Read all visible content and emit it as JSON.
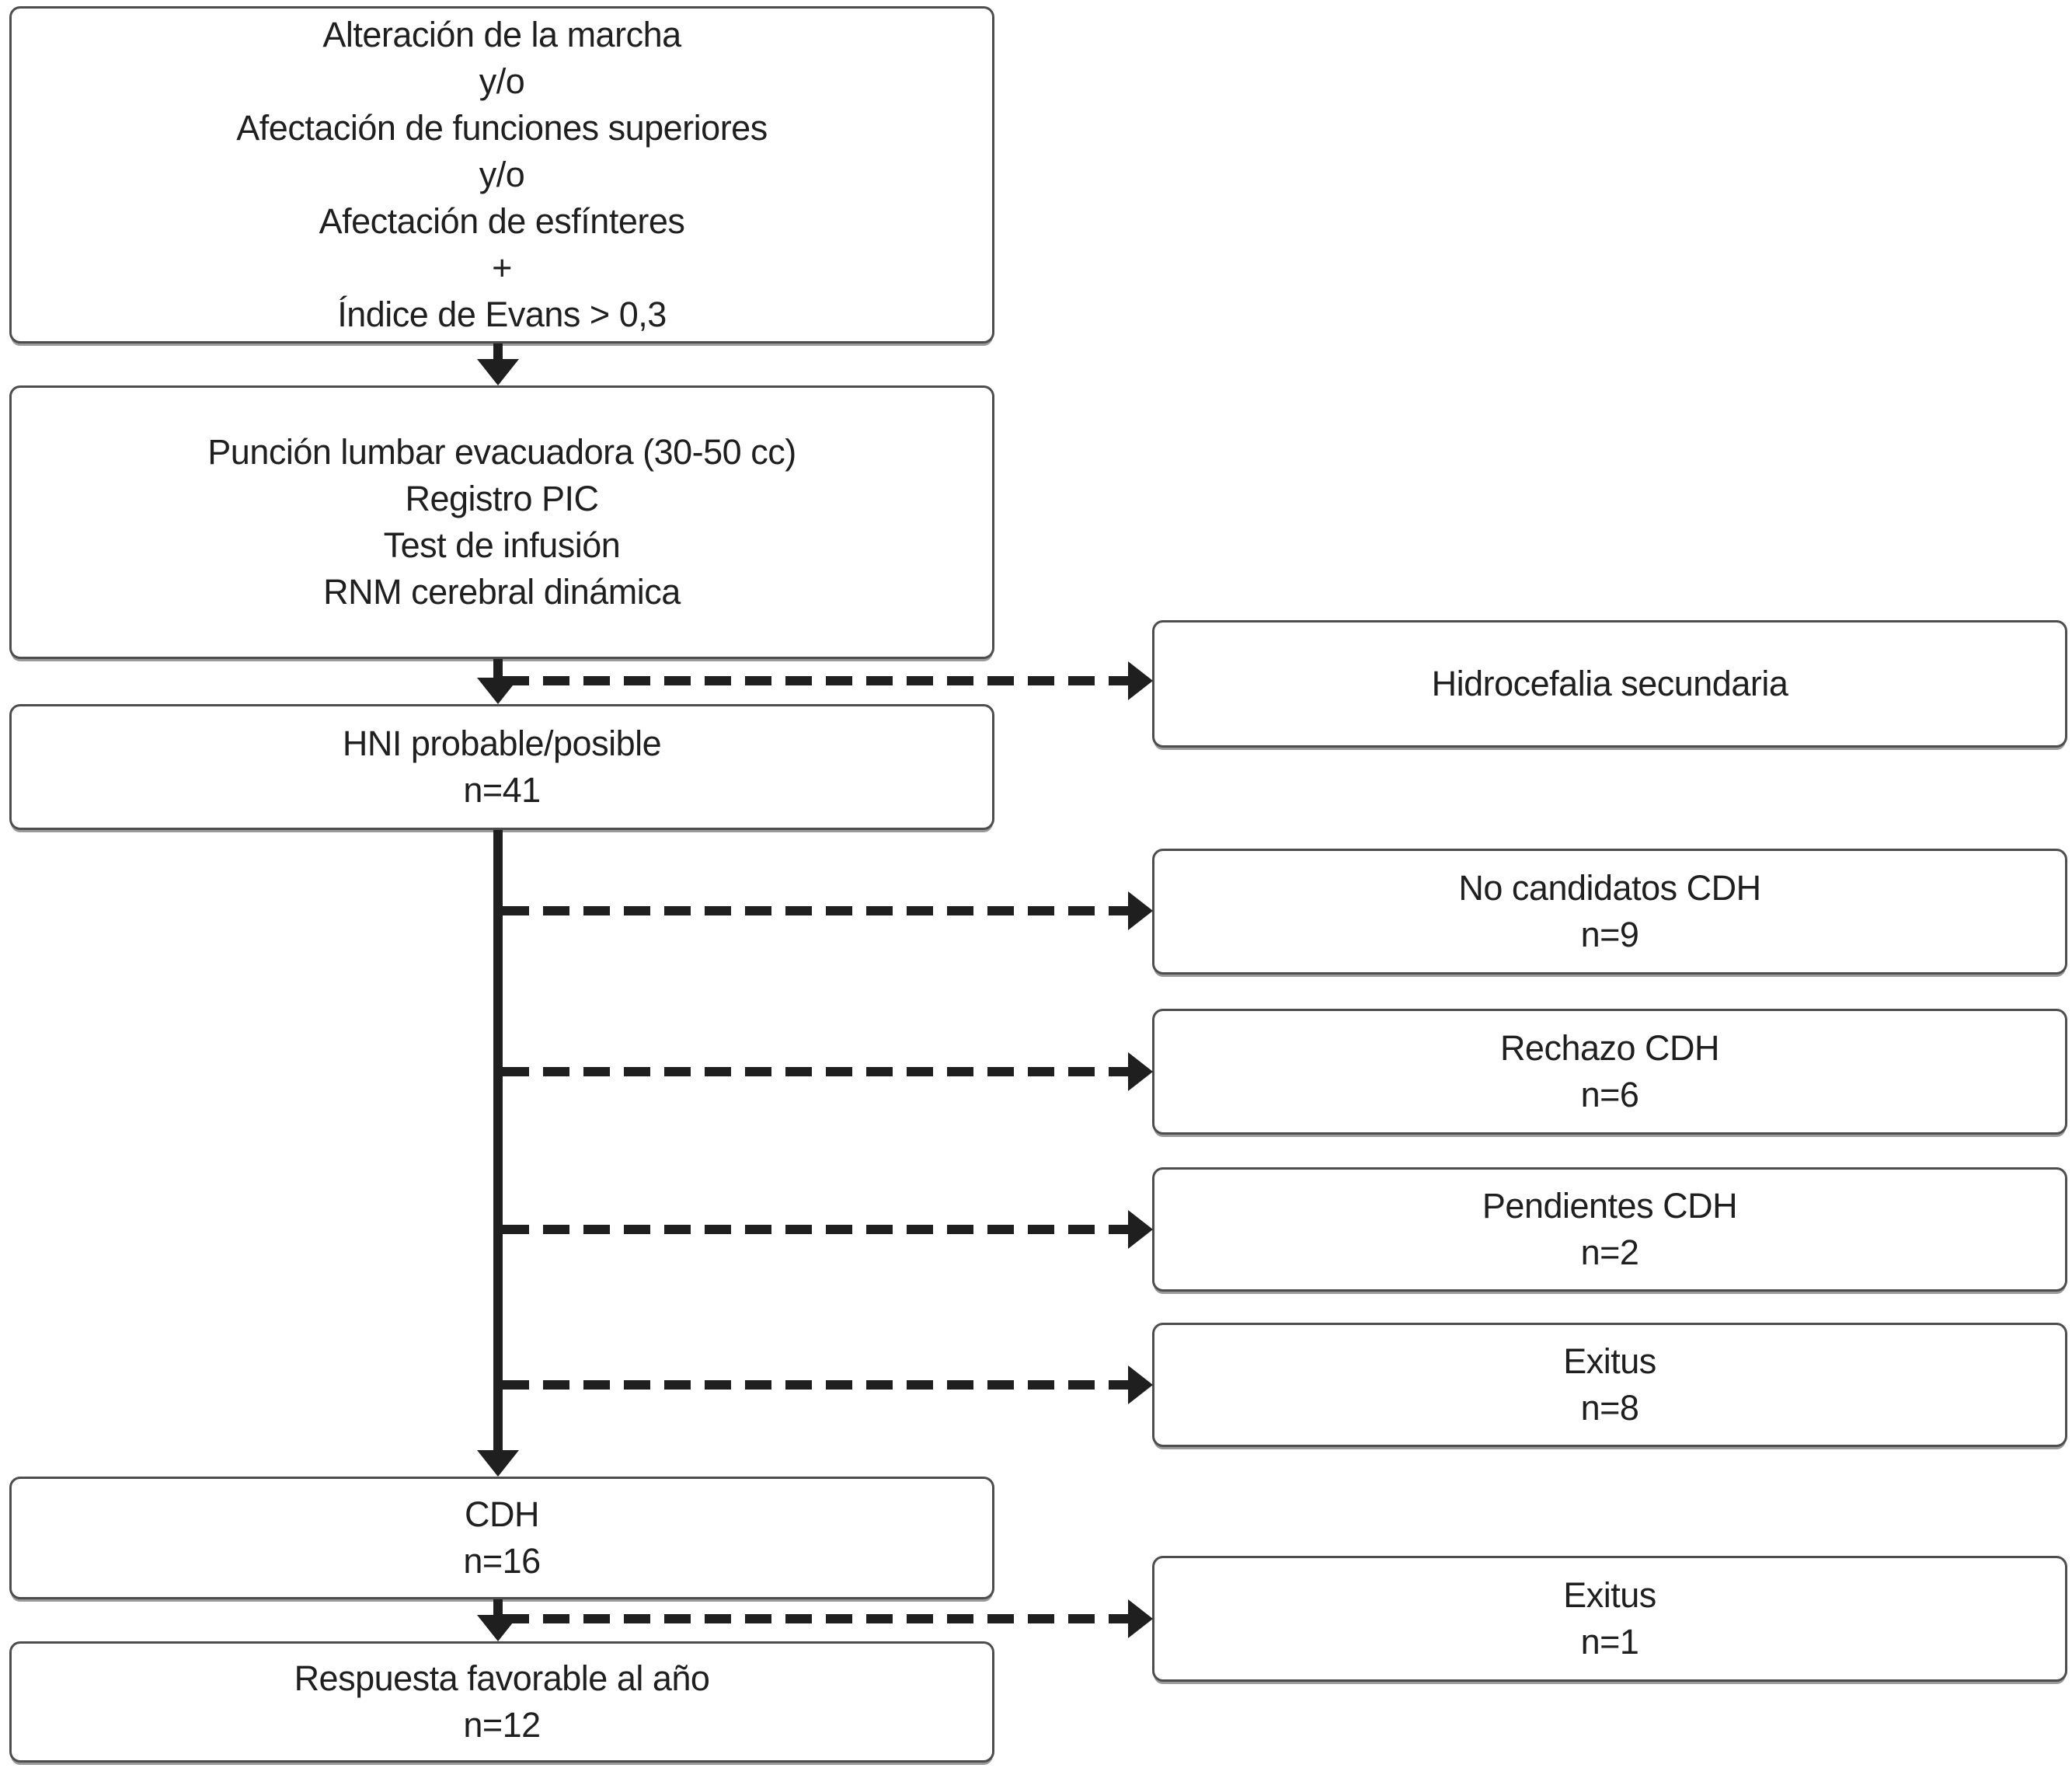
{
  "colors": {
    "ink": "#1f1f1f",
    "box_border": "#4d4d4d",
    "box_shadow": "#9a9a9a",
    "background": "#ffffff"
  },
  "boxes": {
    "criteria": {
      "lines": [
        "Alteración de la marcha",
        "y/o",
        "Afectación de funciones superiores",
        "y/o",
        "Afectación de esfínteres",
        "+",
        "Índice de Evans > 0,3"
      ]
    },
    "tests": {
      "lines": [
        "Punción lumbar evacuadora (30-50 cc)",
        "Registro PIC",
        "Test de infusión",
        "RNM cerebral dinámica"
      ]
    },
    "hni": {
      "lines": [
        "HNI probable/posible",
        "n=41"
      ]
    },
    "cdh": {
      "lines": [
        "CDH",
        "n=16"
      ]
    },
    "respuesta": {
      "lines": [
        "Respuesta favorable al año",
        "n=12"
      ]
    },
    "hidrocefalia": {
      "lines": [
        "Hidrocefalia secundaria"
      ]
    },
    "no_candidatos": {
      "lines": [
        "No candidatos CDH",
        "n=9"
      ]
    },
    "rechazo": {
      "lines": [
        "Rechazo CDH",
        "n=6"
      ]
    },
    "pendientes": {
      "lines": [
        "Pendientes CDH",
        "n=2"
      ]
    },
    "exitus_pre": {
      "lines": [
        "Exitus",
        "n=8"
      ]
    },
    "exitus_post": {
      "lines": [
        "Exitus",
        "n=1"
      ]
    }
  }
}
